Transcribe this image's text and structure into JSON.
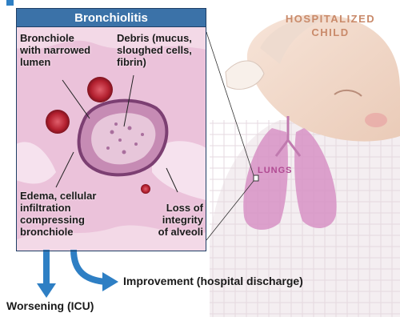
{
  "panel": {
    "title": "Bronchiolitis"
  },
  "labels": {
    "bronchiole": [
      "Bronchiole",
      "with narrowed",
      "lumen"
    ],
    "debris": [
      "Debris (mucus,",
      "sloughed cells,",
      "fibrin)"
    ],
    "edema": [
      "Edema, cellular",
      "infiltration",
      "compressing",
      "bronchiole"
    ],
    "alveoli": [
      "Loss of",
      "integrity",
      "of alveoli"
    ]
  },
  "patient": {
    "label_lines": [
      "HOSPITALIZED",
      "CHILD"
    ],
    "lungs_label": "LUNGS"
  },
  "outcomes": {
    "improvement": "Improvement (hospital discharge)",
    "worsening": "Worsening (ICU)"
  },
  "colors": {
    "panel_header": "#3b72a8",
    "panel_border": "#1f3f66",
    "arrow": "#2e7fc4",
    "tissue": "#e8bcd7",
    "lungs": "#d792c6",
    "patient_label": "#c98a6a"
  }
}
